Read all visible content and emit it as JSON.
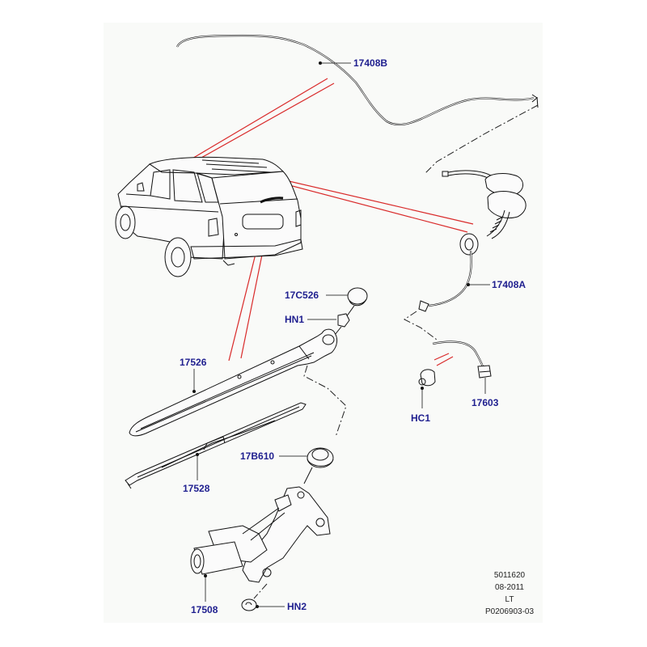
{
  "diagram": {
    "title": "Rear wiper and washer system",
    "colors": {
      "label": "#1f1f8f",
      "callout_lines": "#d92a2a",
      "background": "#f9faf8"
    },
    "callouts": [
      {
        "id": "17408B",
        "label": "17408B"
      },
      {
        "id": "17408A",
        "label": "17408A"
      },
      {
        "id": "17C526",
        "label": "17C526"
      },
      {
        "id": "HN1",
        "label": "HN1"
      },
      {
        "id": "17526",
        "label": "17526"
      },
      {
        "id": "17B610",
        "label": "17B610"
      },
      {
        "id": "17528",
        "label": "17528"
      },
      {
        "id": "17508",
        "label": "17508"
      },
      {
        "id": "HN2",
        "label": "HN2"
      },
      {
        "id": "HC1",
        "label": "HC1"
      },
      {
        "id": "17603",
        "label": "17603"
      }
    ],
    "footer": {
      "line1": "5011620",
      "line2": "08-2011",
      "line3": "LT",
      "line4": "P0206903-03"
    }
  }
}
